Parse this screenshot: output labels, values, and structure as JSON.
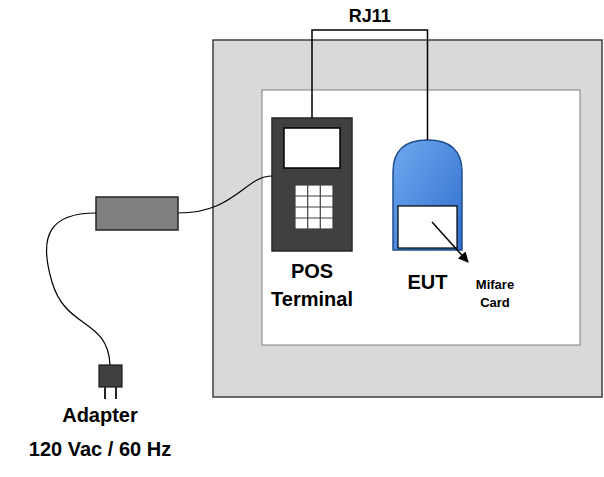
{
  "diagram": {
    "nodes": [
      {
        "text": [
          "POS Terminal"
        ]
      },
      {
        "text": [
          "EUT"
        ]
      }
    ],
    "edges": [
      {
        "from": 0,
        "to": 1,
        "arrow": "none",
        "label": "RJ11"
      }
    ],
    "labels": [
      "Mifare Card",
      "Adapter",
      "120 Vac / 60 Hz"
    ]
  }
}
